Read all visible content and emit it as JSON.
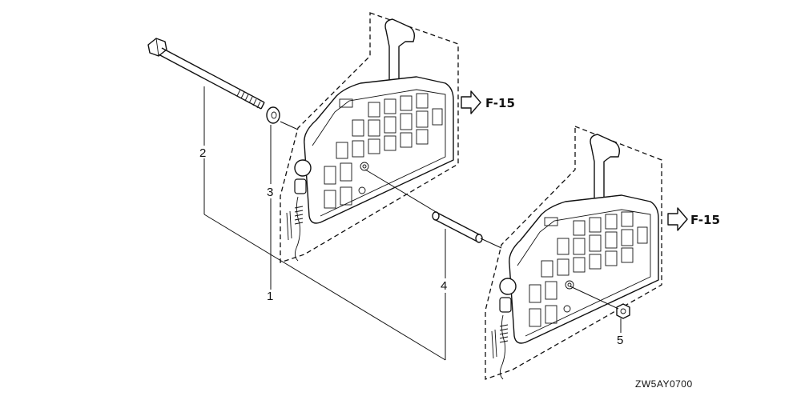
{
  "diagram": {
    "callouts": [
      {
        "id": "1",
        "label": "1"
      },
      {
        "id": "2",
        "label": "2"
      },
      {
        "id": "3",
        "label": "3"
      },
      {
        "id": "4",
        "label": "4"
      },
      {
        "id": "5",
        "label": "5"
      }
    ],
    "refs": [
      {
        "label": "F-15"
      },
      {
        "label": "F-15"
      }
    ],
    "drawing_code": "ZW5AY0700"
  }
}
